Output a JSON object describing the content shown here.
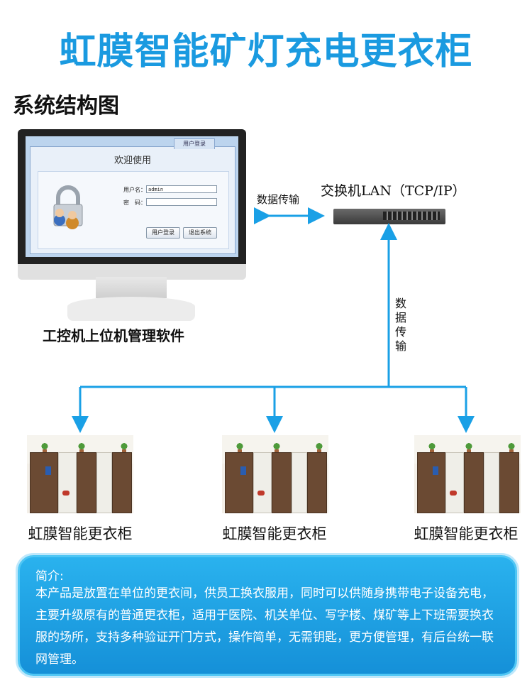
{
  "title": "虹膜智能矿灯充电更衣柜",
  "section_title": "系统结构图",
  "software": {
    "tab_label": "用户登录",
    "welcome": "欢迎使用",
    "username_label": "用户名：",
    "username_value": "admin",
    "password_label": "密　码：",
    "login_button": "用户登录",
    "exit_button": "退出系统",
    "caption": "工控机上位机管理软件"
  },
  "switch": {
    "label": "交换机LAN（TCP/IP）"
  },
  "data_transfer_h": "数据传输",
  "data_transfer_v": "数据传输",
  "lockers": [
    {
      "caption": "虹膜智能更衣柜"
    },
    {
      "caption": "虹膜智能更衣柜"
    },
    {
      "caption": "虹膜智能更衣柜"
    }
  ],
  "intro": {
    "title": "简介:",
    "text": "本产品是放置在单位的更衣间，供员工换衣服用，同时可以供随身携带电子设备充电，主要升级原有的普通更衣柜，适用于医院、机关单位、写字楼、煤矿等上下班需要换衣服的场所，支持多种验证开门方式，操作简单，无需钥匙，更方便管理，有后台统一联网管理。"
  },
  "colors": {
    "title": "#1a9ae0",
    "arrow": "#1aa0e6",
    "info_bg": "#1fa3e6"
  }
}
